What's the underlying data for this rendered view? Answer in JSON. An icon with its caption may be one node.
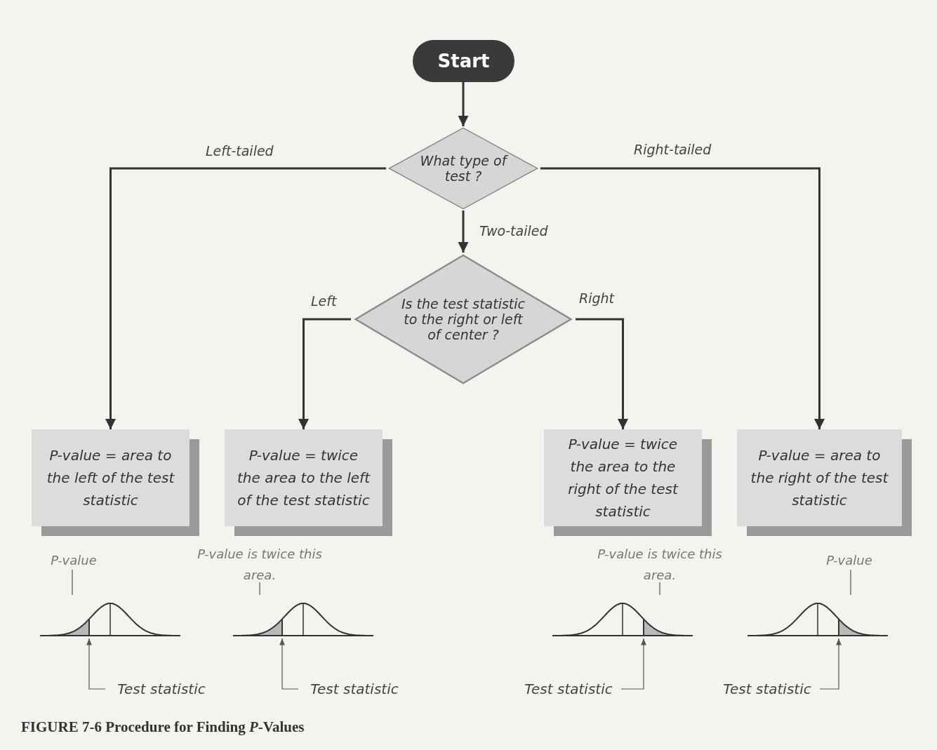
{
  "diagram": {
    "caption": "FIGURE 7-6 Procedure for Finding *P*-Values",
    "nodes": [
      {
        "text": [
          "Start"
        ]
      },
      {
        "text": [
          "What type of test ?"
        ]
      },
      {
        "text": [
          "Is the test statistic to the right or left of center ?"
        ]
      },
      {
        "text": [
          "*P*-value = area to the left of the test statistic"
        ]
      },
      {
        "text": [
          "*P*-value = twice the area to the left of the test statistic"
        ]
      },
      {
        "text": [
          "*P*-value = twice the area to the right of the test statistic"
        ]
      },
      {
        "text": [
          "*P*-value = area to the right of the test statistic"
        ]
      },
      {
        "text": [
          "*P*-value"
        ]
      },
      {
        "text": [
          "*P*-value is twice this area."
        ]
      },
      {
        "text": [
          "*P*-value is twice this area."
        ]
      },
      {
        "text": [
          "*P*-value"
        ]
      },
      {
        "text": [],
        "shape": "picture"
      },
      {
        "text": [],
        "shape": "picture"
      },
      {
        "text": [],
        "shape": "picture"
      },
      {
        "text": [],
        "shape": "picture"
      },
      {
        "text": [
          "Test statistic"
        ]
      },
      {
        "text": [
          "Test statistic"
        ]
      },
      {
        "text": [
          "Test statistic"
        ]
      },
      {
        "text": [
          "Test statistic"
        ]
      }
    ],
    "edges": [
      {
        "from": 0,
        "to": 1,
        "arrow": "to"
      },
      {
        "from": 1,
        "to": 3,
        "arrow": "to",
        "label": "Left-tailed"
      },
      {
        "from": 1,
        "to": 6,
        "arrow": "to",
        "label": "Right-tailed"
      },
      {
        "from": 1,
        "to": 2,
        "arrow": "to",
        "label": "Two-tailed"
      },
      {
        "from": 2,
        "to": 4,
        "arrow": "to",
        "label": "Left"
      },
      {
        "from": 2,
        "to": 5,
        "arrow": "to",
        "label": "Right"
      },
      {
        "from": 7,
        "to": 11,
        "arrow": "none"
      },
      {
        "from": 8,
        "to": 12,
        "arrow": "none"
      },
      {
        "from": 9,
        "to": 13,
        "arrow": "none"
      },
      {
        "from": 10,
        "to": 14,
        "arrow": "none"
      },
      {
        "from": 15,
        "to": 11,
        "arrow": "to"
      },
      {
        "from": 16,
        "to": 12,
        "arrow": "to"
      },
      {
        "from": 17,
        "to": 13,
        "arrow": "to"
      },
      {
        "from": 18,
        "to": 14,
        "arrow": "to"
      }
    ]
  }
}
